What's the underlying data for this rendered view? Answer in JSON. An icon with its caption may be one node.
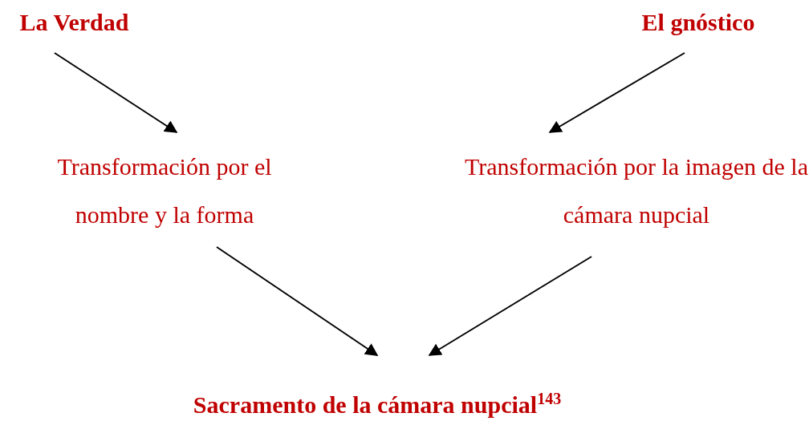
{
  "diagram": {
    "nodes": [
      {
        "text": [
          "La Verdad"
        ]
      },
      {
        "text": [
          "El gnóstico"
        ]
      },
      {
        "text": [
          "Transformación por el nombre y la forma"
        ]
      },
      {
        "text": [
          "Transformación por la imagen de la cámara nupcial"
        ]
      },
      {
        "text": [
          "Sacramento de la cámara nupcial$^{143}$"
        ]
      }
    ],
    "edges": [
      {
        "from": 0,
        "to": 2,
        "arrow": "to"
      },
      {
        "from": 1,
        "to": 3,
        "arrow": "to"
      },
      {
        "from": 2,
        "to": 4,
        "arrow": "to"
      },
      {
        "from": 3,
        "to": 4,
        "arrow": "to"
      }
    ]
  }
}
